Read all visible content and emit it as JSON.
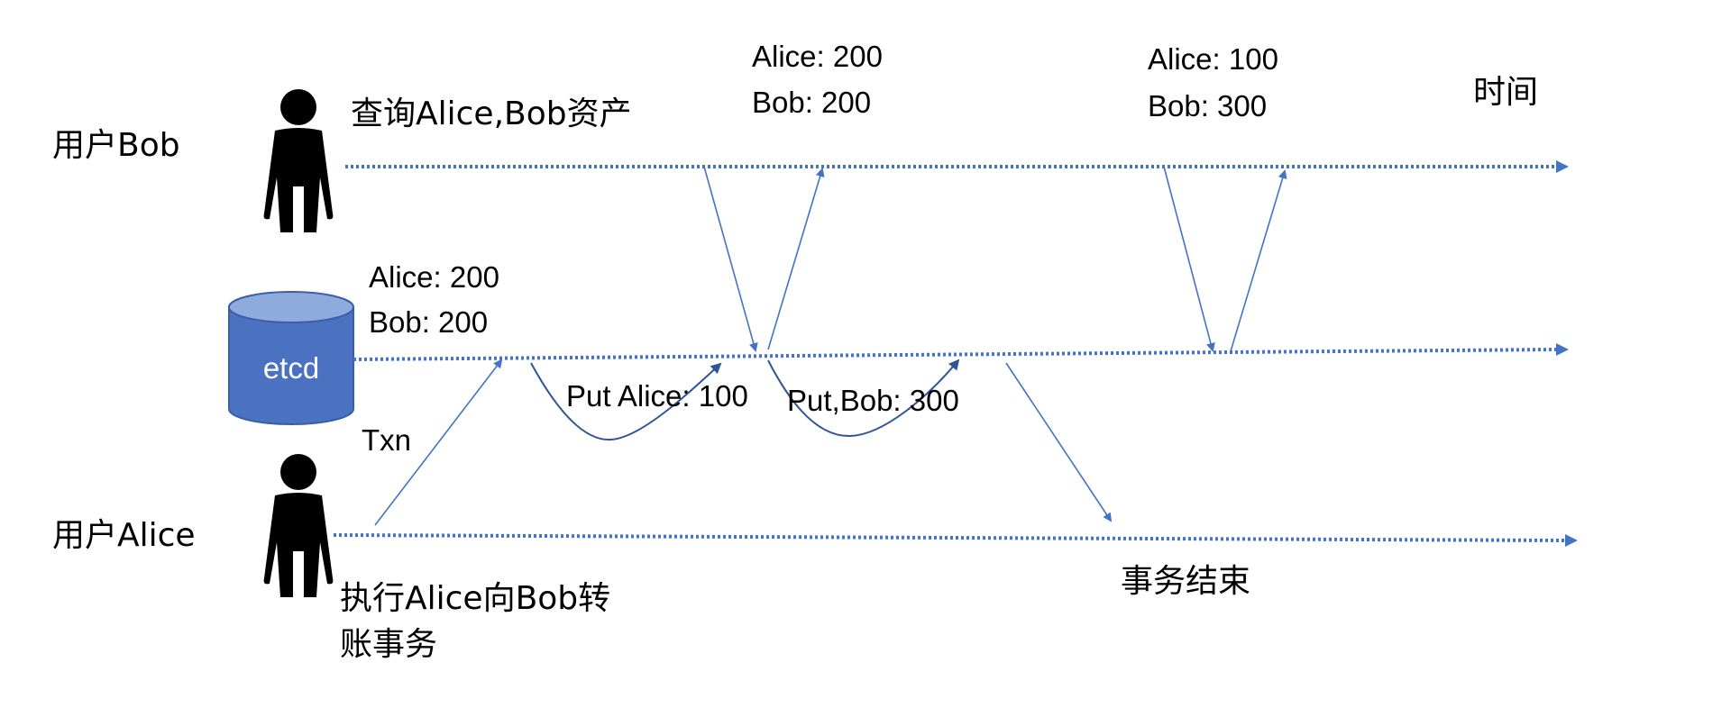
{
  "actors": {
    "bob": {
      "label": "用户Bob",
      "action": "查询Alice,Bob资产"
    },
    "etcd": {
      "label": "etcd",
      "state": [
        "Alice: 200",
        "Bob: 200"
      ]
    },
    "alice": {
      "label": "用户Alice",
      "action_line1": "执行Alice向Bob转",
      "action_line2": "账事务"
    }
  },
  "time_label": "时间",
  "messages": {
    "txn": "Txn",
    "put_alice": "Put Alice: 100",
    "put_bob": "Put,Bob: 300",
    "txn_end": "事务结束"
  },
  "query_results": [
    {
      "alice": "Alice: 200",
      "bob": "Bob: 200"
    },
    {
      "alice": "Alice: 100",
      "bob": "Bob: 300"
    }
  ],
  "colors": {
    "line": "#4472c4",
    "cylinder": "#4a72c0",
    "cylinder_top": "#8faadc"
  }
}
